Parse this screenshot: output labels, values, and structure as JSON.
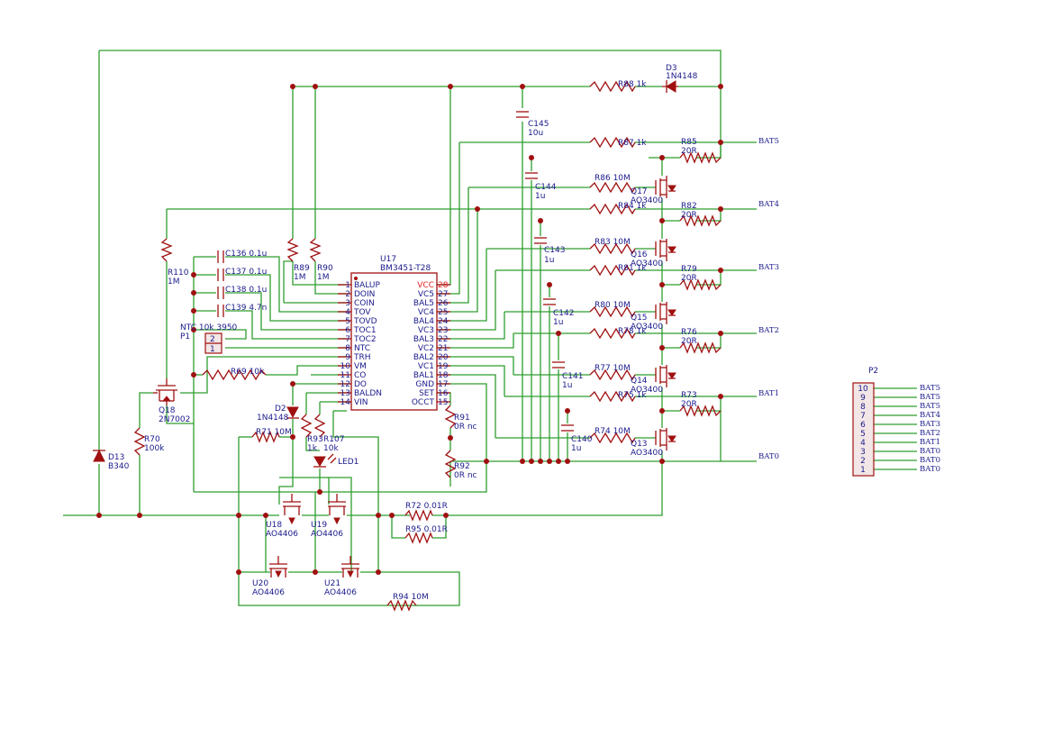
{
  "nets": {
    "bat5": "BAT5",
    "bat4": "BAT4",
    "bat3": "BAT3",
    "bat2": "BAT2",
    "bat1": "BAT1",
    "bat0": "BAT0"
  },
  "ic": {
    "ref": "U17",
    "value": "BM3451-T28",
    "left_pins": [
      {
        "num": "1",
        "name": "BALUP"
      },
      {
        "num": "2",
        "name": "DOIN"
      },
      {
        "num": "3",
        "name": "COIN"
      },
      {
        "num": "4",
        "name": "TOV"
      },
      {
        "num": "5",
        "name": "TOVD"
      },
      {
        "num": "6",
        "name": "TOC1"
      },
      {
        "num": "7",
        "name": "TOC2"
      },
      {
        "num": "8",
        "name": "NTC"
      },
      {
        "num": "9",
        "name": "TRH"
      },
      {
        "num": "10",
        "name": "VM"
      },
      {
        "num": "11",
        "name": "CO"
      },
      {
        "num": "12",
        "name": "DO"
      },
      {
        "num": "13",
        "name": "BALDN"
      },
      {
        "num": "14",
        "name": "VIN"
      }
    ],
    "right_pins": [
      {
        "num": "28",
        "name": "VCC"
      },
      {
        "num": "27",
        "name": "VC5"
      },
      {
        "num": "26",
        "name": "BAL5"
      },
      {
        "num": "25",
        "name": "VC4"
      },
      {
        "num": "24",
        "name": "BAL4"
      },
      {
        "num": "23",
        "name": "VC3"
      },
      {
        "num": "22",
        "name": "BAL3"
      },
      {
        "num": "21",
        "name": "VC2"
      },
      {
        "num": "20",
        "name": "BAL2"
      },
      {
        "num": "19",
        "name": "VC1"
      },
      {
        "num": "18",
        "name": "BAL1"
      },
      {
        "num": "17",
        "name": "GND"
      },
      {
        "num": "16",
        "name": "SET"
      },
      {
        "num": "15",
        "name": "OCCT"
      }
    ]
  },
  "components": {
    "d3": {
      "ref": "D3",
      "value": "1N4148"
    },
    "r88": "R88 1k",
    "c145": {
      "ref": "C145",
      "value": "10u"
    },
    "r87": "R87 1k",
    "r85": {
      "ref": "R85",
      "value": "20R"
    },
    "r86": "R86 10M",
    "c144": {
      "ref": "C144",
      "value": "1u"
    },
    "q17": {
      "ref": "Q17",
      "value": "AO3400"
    },
    "r84": "R84 1k",
    "r82": {
      "ref": "R82",
      "value": "20R"
    },
    "c143": {
      "ref": "C143",
      "value": "1u"
    },
    "r83": "R83 10M",
    "q16": {
      "ref": "Q16",
      "value": "AO3400"
    },
    "r81": "R81 1k",
    "r79": {
      "ref": "R79",
      "value": "20R"
    },
    "r80": "R80 10M",
    "c142": {
      "ref": "C142",
      "value": "1u"
    },
    "q15": {
      "ref": "Q15",
      "value": "AO3400"
    },
    "r78": "R78 1k",
    "r76": {
      "ref": "R76",
      "value": "20R"
    },
    "r77": "R77 10M",
    "c141": {
      "ref": "C141",
      "value": "1u"
    },
    "q14": {
      "ref": "Q14",
      "value": "AO3400"
    },
    "r75": "R75 1k",
    "r73": {
      "ref": "R73",
      "value": "20R"
    },
    "r74": "R74 10M",
    "c140": {
      "ref": "C140",
      "value": "1u"
    },
    "q13": {
      "ref": "Q13",
      "value": "AO3400"
    },
    "c136": "C136 0.1u",
    "c137": "C137 0.1u",
    "c138": "C138 0.1u",
    "c139": "C139 4.7n",
    "r89": {
      "ref": "R89",
      "value": "1M"
    },
    "r90": {
      "ref": "R90",
      "value": "1M"
    },
    "r110": {
      "ref": "R110",
      "value": "1M"
    },
    "ntc": "NTC 10k 3950",
    "p1": {
      "ref": "P1",
      "pin2": "2",
      "pin1": "1"
    },
    "r69": "R69 10k",
    "q18": {
      "ref": "Q18",
      "value": "2N7002"
    },
    "r70": {
      "ref": "R70",
      "value": "100k"
    },
    "d13": {
      "ref": "D13",
      "value": "B340"
    },
    "d2": {
      "ref": "D2",
      "value": "1N4148"
    },
    "r71": "R71 10M",
    "r93": {
      "ref": "R93",
      "value": "1k"
    },
    "r107": {
      "ref": "R107",
      "value": "10k"
    },
    "led1": "LED1",
    "r91": {
      "ref": "R91",
      "value": "0R nc"
    },
    "r92": {
      "ref": "R92",
      "value": "0R nc"
    },
    "u18": {
      "ref": "U18",
      "value": "AO4406"
    },
    "u19": {
      "ref": "U19",
      "value": "AO4406"
    },
    "u20": {
      "ref": "U20",
      "value": "AO4406"
    },
    "u21": {
      "ref": "U21",
      "value": "AO4406"
    },
    "r72": "R72 0.01R",
    "r95": "R95 0.01R",
    "r94": "R94 10M"
  },
  "p2": {
    "ref": "P2",
    "pins": [
      {
        "num": "10",
        "net": "BAT5"
      },
      {
        "num": "9",
        "net": "BAT5"
      },
      {
        "num": "8",
        "net": "BAT5"
      },
      {
        "num": "7",
        "net": "BAT4"
      },
      {
        "num": "6",
        "net": "BAT3"
      },
      {
        "num": "5",
        "net": "BAT2"
      },
      {
        "num": "4",
        "net": "BAT1"
      },
      {
        "num": "3",
        "net": "BAT0"
      },
      {
        "num": "2",
        "net": "BAT0"
      },
      {
        "num": "1",
        "net": "BAT0"
      }
    ]
  }
}
